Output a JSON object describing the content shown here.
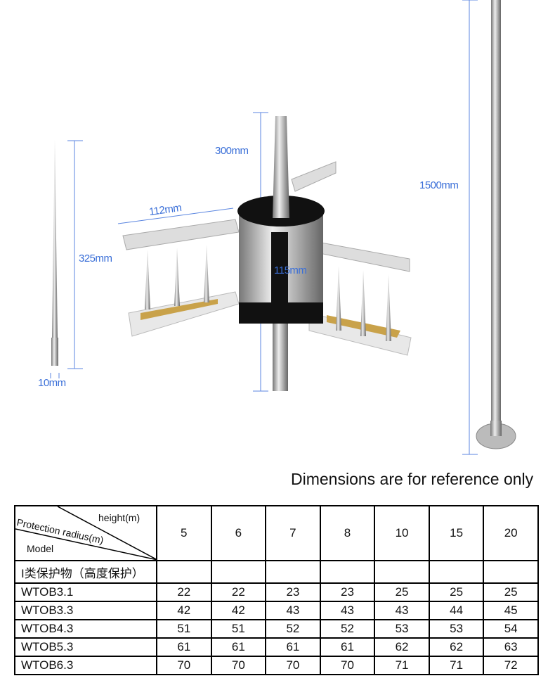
{
  "dimensions": {
    "rod_length": "325mm",
    "rod_base": "10mm",
    "arm_length": "112mm",
    "center_height": "300mm",
    "body_height": "115mm",
    "mast_length": "1500mm"
  },
  "note": "Dimensions are for reference only",
  "table": {
    "corner": {
      "top": "height(m)",
      "middle": "Protection radius(m)",
      "bottom": "Model"
    },
    "heights": [
      "5",
      "6",
      "7",
      "8",
      "10",
      "15",
      "20"
    ],
    "category": "I类保护物（高度保护）",
    "rows": [
      {
        "model": "WTOB3.1",
        "values": [
          "22",
          "22",
          "23",
          "23",
          "25",
          "25",
          "25"
        ]
      },
      {
        "model": "WTOB3.3",
        "values": [
          "42",
          "42",
          "43",
          "43",
          "43",
          "44",
          "45"
        ]
      },
      {
        "model": "WTOB4.3",
        "values": [
          "51",
          "51",
          "52",
          "52",
          "53",
          "53",
          "54"
        ]
      },
      {
        "model": "WTOB5.3",
        "values": [
          "61",
          "61",
          "61",
          "61",
          "62",
          "62",
          "63"
        ]
      },
      {
        "model": "WTOB6.3",
        "values": [
          "70",
          "70",
          "70",
          "70",
          "71",
          "71",
          "72"
        ]
      }
    ]
  }
}
